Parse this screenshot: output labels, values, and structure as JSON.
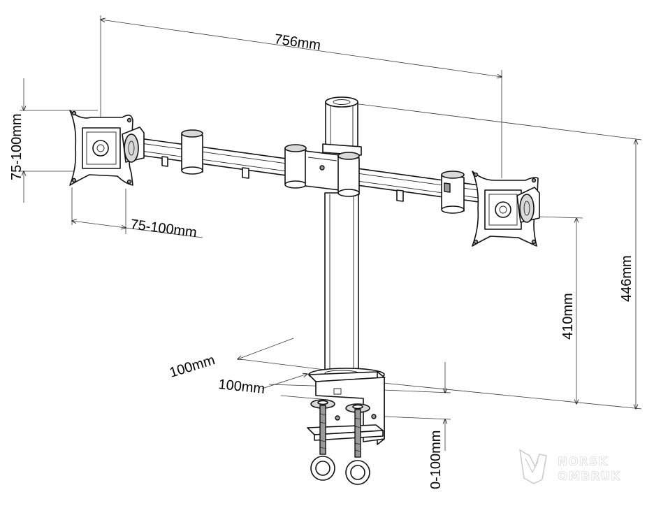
{
  "dimensions": {
    "total_width": "756mm",
    "vesa_vertical": "75-100mm",
    "vesa_horizontal": "75-100mm",
    "total_height": "446mm",
    "arm_height": "410mm",
    "clamp_depth_1": "100mm",
    "clamp_depth_2": "100mm",
    "desk_thickness": "0-100mm"
  },
  "logo": {
    "line1": "NORSK",
    "line2": "OMBRUK"
  },
  "colors": {
    "line": "#111111",
    "logo_fill": "#ffffff"
  }
}
